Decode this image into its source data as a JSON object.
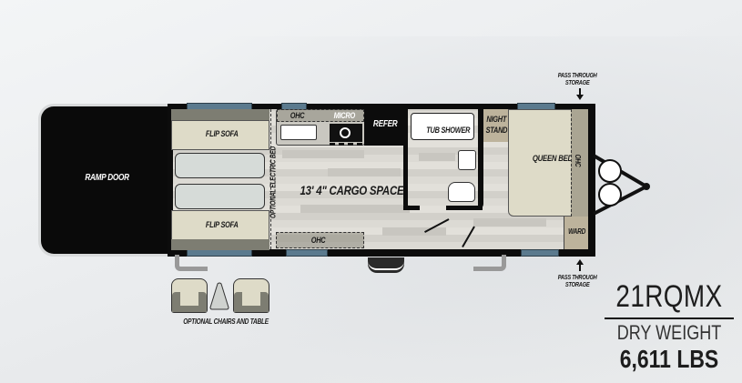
{
  "floorplan": {
    "model": "21RQMX",
    "dry_weight_label": "DRY WEIGHT",
    "dry_weight_value": "6,611 LBS",
    "labels": {
      "ramp_door": "RAMP DOOR",
      "flip_sofa_top": "FLIP SOFA",
      "flip_sofa_bottom": "FLIP SOFA",
      "optional_electric_bed": "OPTIONAL ELECTRIC BED",
      "ohc_kitchen": "OHC",
      "micro": "MICRO",
      "refer": "REFER",
      "cargo_space": "13' 4\" CARGO SPACE",
      "ohc_bottom": "OHC",
      "tub_shower": "TUB SHOWER",
      "night_stand_line1": "NIGHT",
      "night_stand_line2": "STAND",
      "queen_bed": "QUEEN BED",
      "ohc_bed": "OHC",
      "ward": "WARD",
      "pass_through_top_line1": "PASS THROUGH",
      "pass_through_top_line2": "STORAGE",
      "pass_through_bottom_line1": "PASS THROUGH",
      "pass_through_bottom_line2": "STORAGE",
      "optional_chairs_and_table": "OPTIONAL CHAIRS AND TABLE"
    },
    "colors": {
      "wall": "#0c0c0c",
      "window": "#5b7a8e",
      "sofa": "#dedbc8",
      "cabinet": "#bdb39c",
      "floor": "#dcdad4"
    }
  }
}
